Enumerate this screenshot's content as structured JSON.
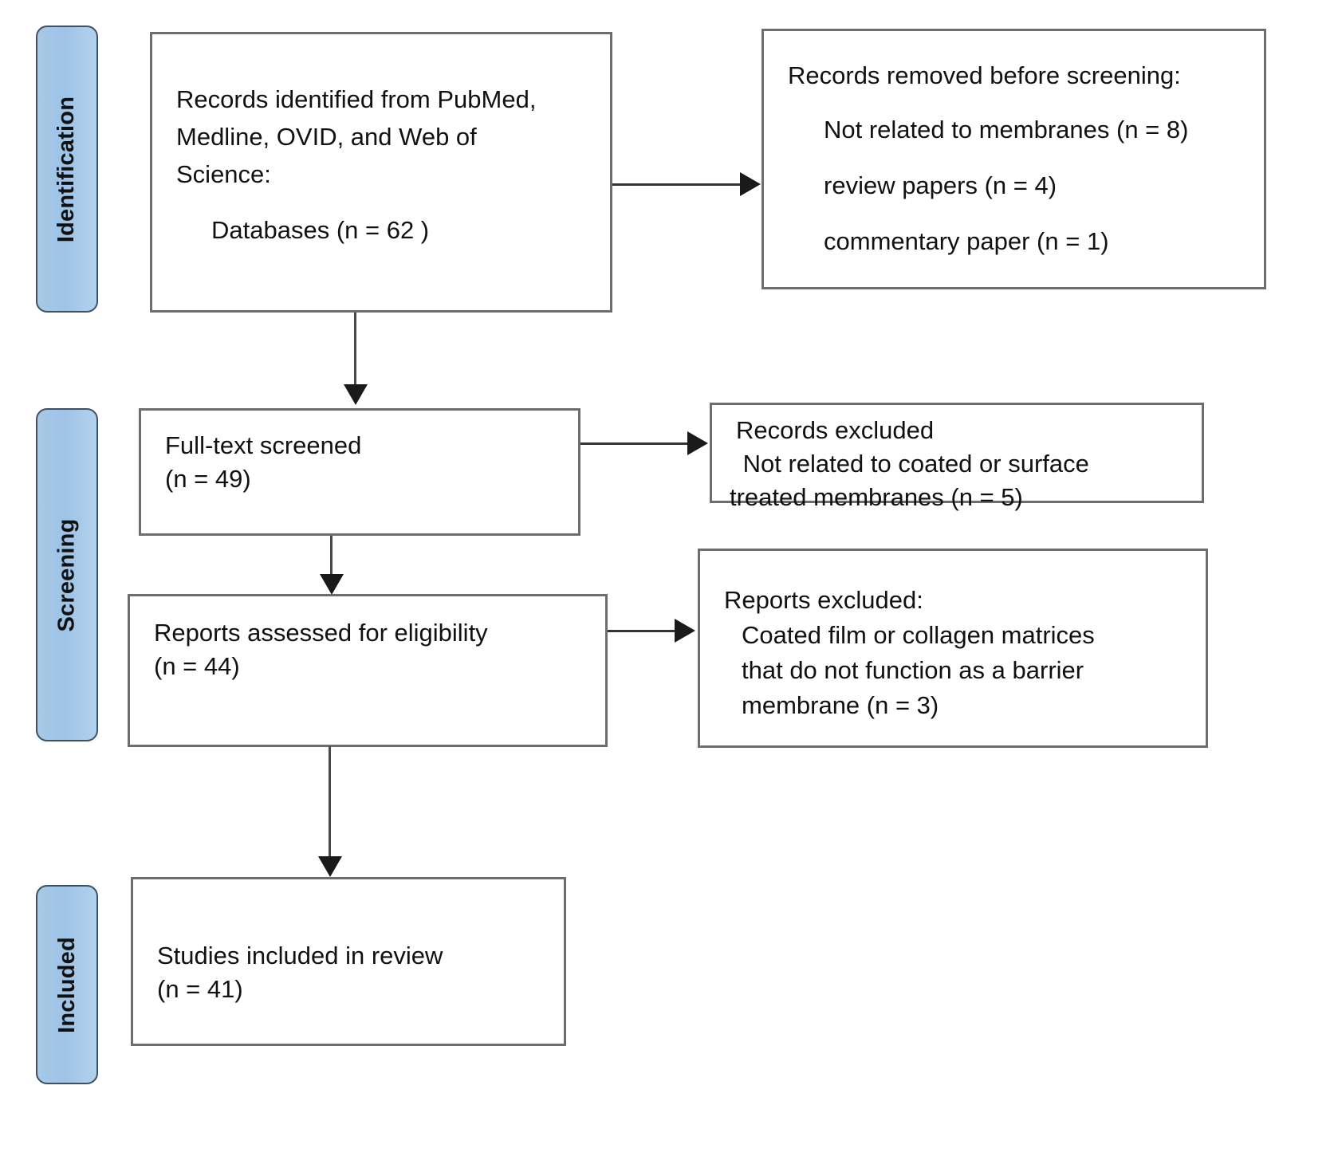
{
  "diagram": {
    "title": "PRISMA flow diagram",
    "type": "prisma-flow-chart",
    "background_color": "#ffffff",
    "box_border_color": "#6d6d6d",
    "stage_fill_color": "#9dc3e6",
    "stage_border_color": "#3c5066",
    "connector_color": "#333333"
  },
  "stages": [
    {
      "id": "identification",
      "label": "Identification"
    },
    {
      "id": "screening",
      "label": "Screening"
    },
    {
      "id": "included",
      "label": "Included"
    }
  ],
  "boxes": {
    "records_identified": {
      "line1": "Records identified from PubMed,",
      "line2": "Medline, OVID, and Web of",
      "line3": "Science:",
      "line4": "Databases (n = 62 )"
    },
    "records_removed": {
      "heading": "Records removed before screening:",
      "item1": "Not related to membranes (n = 8)",
      "item2": "review papers (n = 4)",
      "item3": "commentary paper (n = 1)"
    },
    "fulltext_screened": {
      "line1": "Full-text screened",
      "line2": "(n = 49)"
    },
    "records_excluded": {
      "line1": "Records excluded",
      "line2": " Not related to coated or surface",
      "line3": "treated membranes (n = 5)"
    },
    "reports_assessed": {
      "line1": "Reports assessed for eligibility",
      "line2": "(n = 44)"
    },
    "reports_excluded": {
      "heading": "Reports excluded:",
      "line1": "Coated film or collagen matrices",
      "line2": "that do not function as a barrier",
      "line3": "membrane (n = 3)"
    },
    "studies_included": {
      "line1": "Studies included in review",
      "line2": "(n = 41)"
    }
  },
  "counts": {
    "databases_identified": 62,
    "removed_not_related_to_membranes": 8,
    "removed_review_papers": 4,
    "removed_commentary_paper": 1,
    "fulltext_screened": 49,
    "excluded_not_related_coated_surface": 5,
    "reports_assessed": 44,
    "reports_excluded_coated_film": 3,
    "studies_included": 41
  }
}
